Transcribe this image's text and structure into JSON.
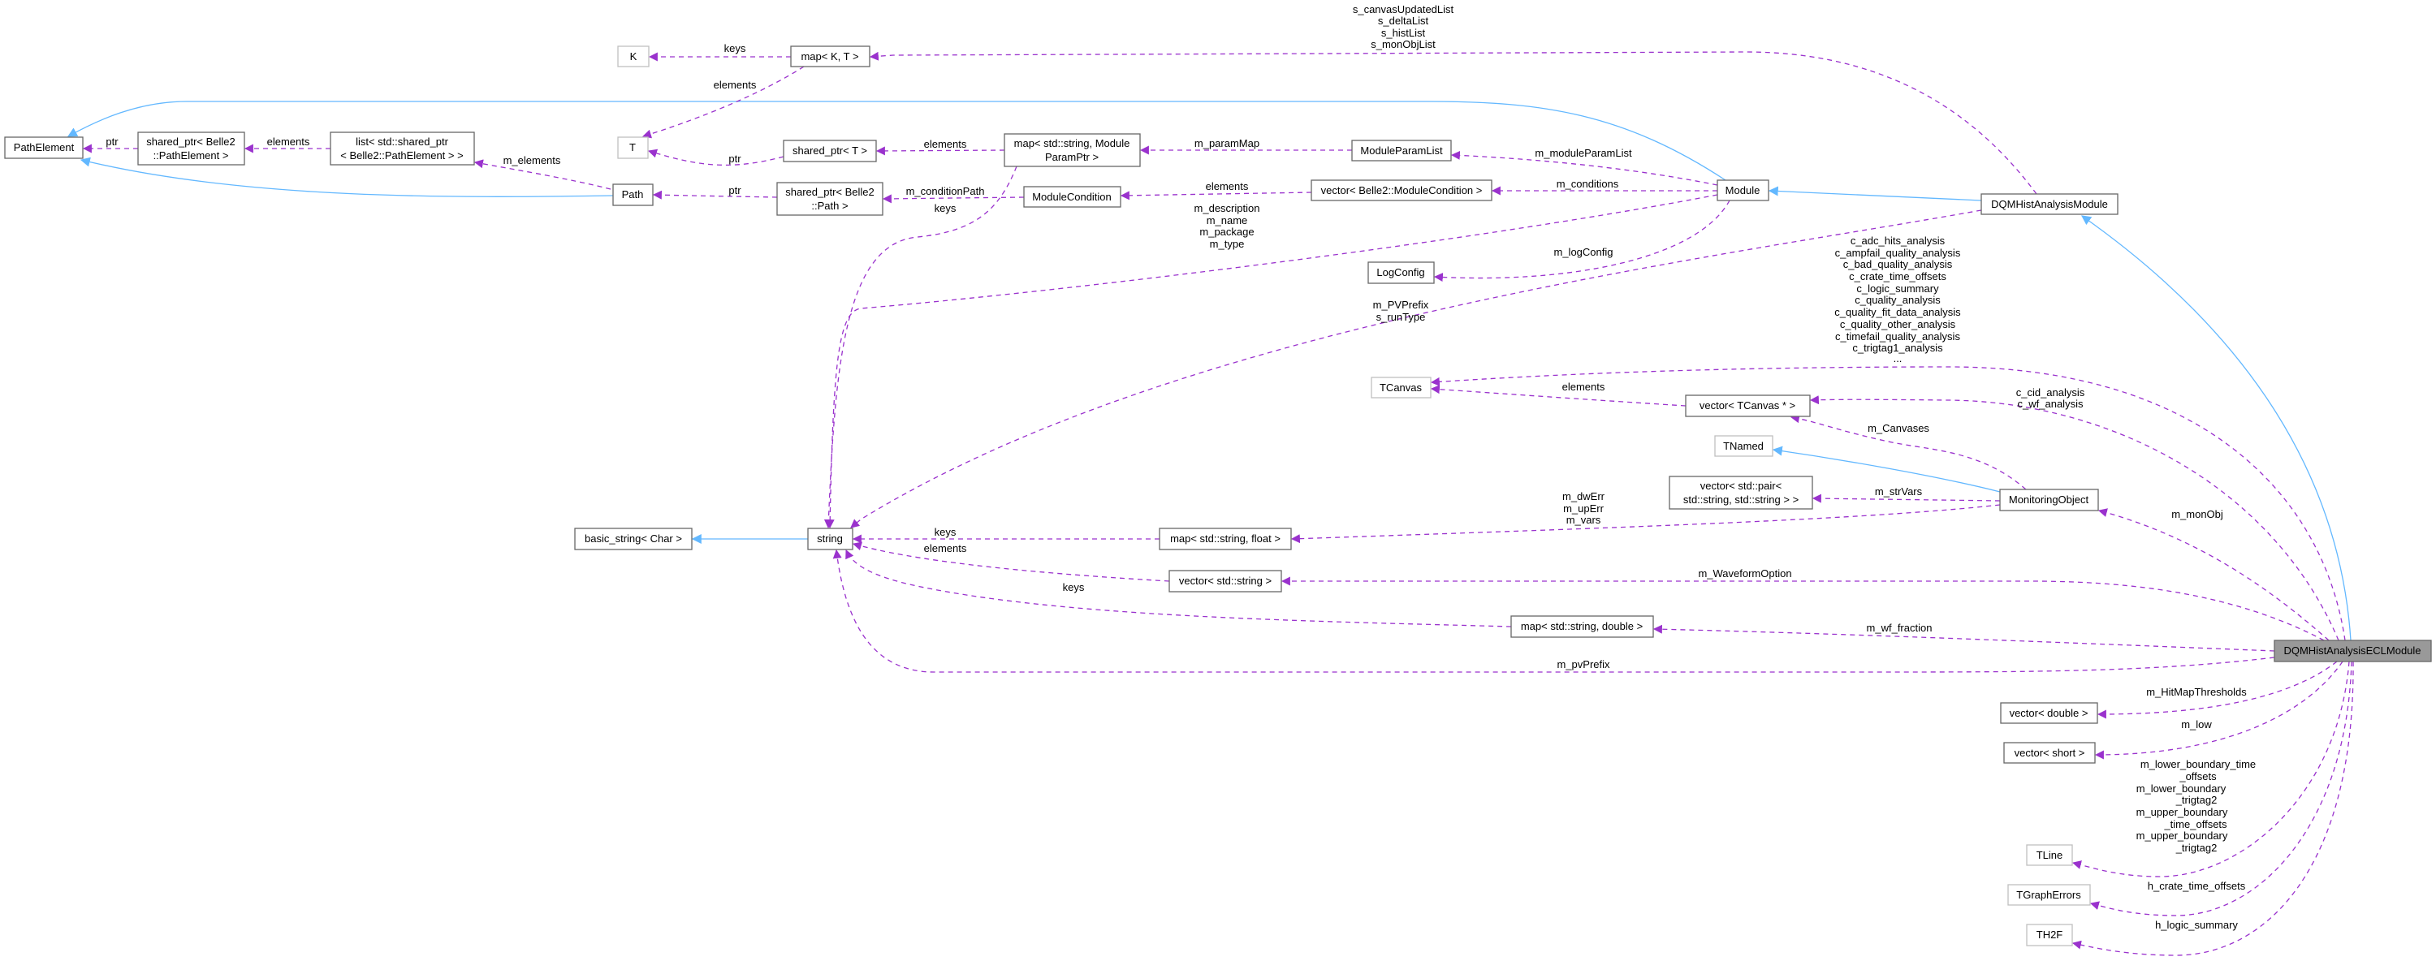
{
  "colors": {
    "usage_edge": "#9a32cd",
    "inheritance_edge": "#63b8ff",
    "focus_node": "#999999"
  },
  "nodes": [
    {
      "lines": [
        "DQMHistAnalysisECLModule"
      ]
    },
    {
      "lines": [
        "DQMHistAnalysisModule"
      ]
    },
    {
      "lines": [
        "Module"
      ]
    },
    {
      "lines": [
        "PathElement"
      ]
    },
    {
      "lines": [
        "shared_ptr< Belle2",
        "::PathElement >"
      ]
    },
    {
      "lines": [
        "list< std::shared_ptr",
        "< Belle2::PathElement > >"
      ]
    },
    {
      "lines": [
        "Path"
      ]
    },
    {
      "lines": [
        "K"
      ]
    },
    {
      "lines": [
        "map< K, T >"
      ]
    },
    {
      "lines": [
        "T"
      ]
    },
    {
      "lines": [
        "shared_ptr< T >"
      ]
    },
    {
      "lines": [
        "shared_ptr< Belle2",
        "::Path >"
      ]
    },
    {
      "lines": [
        "map< std::string, Module",
        "ParamPtr >"
      ]
    },
    {
      "lines": [
        "ModuleParamList"
      ]
    },
    {
      "lines": [
        "ModuleCondition"
      ]
    },
    {
      "lines": [
        "vector< Belle2::ModuleCondition >"
      ]
    },
    {
      "lines": [
        "LogConfig"
      ]
    },
    {
      "lines": [
        "string"
      ]
    },
    {
      "lines": [
        "basic_string< Char >"
      ]
    },
    {
      "lines": [
        "TCanvas"
      ]
    },
    {
      "lines": [
        "vector< TCanvas * >"
      ]
    },
    {
      "lines": [
        "TNamed"
      ]
    },
    {
      "lines": [
        "vector< std::pair<",
        "std::string, std::string > >"
      ]
    },
    {
      "lines": [
        "MonitoringObject"
      ]
    },
    {
      "lines": [
        "map< std::string, float >"
      ]
    },
    {
      "lines": [
        "vector< std::string >"
      ]
    },
    {
      "lines": [
        "map< std::string, double >"
      ]
    },
    {
      "lines": [
        "vector< double >"
      ]
    },
    {
      "lines": [
        "vector< short >"
      ]
    },
    {
      "lines": [
        "TLine"
      ]
    },
    {
      "lines": [
        "TGraphErrors"
      ]
    },
    {
      "lines": [
        "TH2F"
      ]
    }
  ],
  "edges": [
    {
      "labels": [
        "keys"
      ]
    },
    {
      "labels": [
        "elements"
      ]
    },
    {
      "labels": [
        "ptr"
      ]
    },
    {
      "labels": [
        "ptr"
      ]
    },
    {
      "labels": [
        "elements"
      ]
    },
    {
      "labels": [
        "m_elements"
      ]
    },
    {
      "labels": [
        "ptr"
      ]
    },
    {
      "labels": [
        "elements"
      ]
    },
    {
      "labels": [
        "m_conditionPath"
      ]
    },
    {
      "labels": [
        "m_paramMap"
      ]
    },
    {
      "labels": [
        "m_moduleParamList"
      ]
    },
    {
      "labels": [
        "elements"
      ]
    },
    {
      "labels": [
        "m_conditions"
      ]
    },
    {
      "labels": [
        "m_description",
        "m_name",
        "m_package",
        "m_type"
      ]
    },
    {
      "labels": [
        "keys"
      ]
    },
    {
      "labels": [
        "m_logConfig"
      ]
    },
    {
      "labels": [
        "s_canvasUpdatedList",
        "s_deltaList",
        "s_histList",
        "s_monObjList"
      ]
    },
    {
      "labels": [
        "m_PVPrefix",
        "s_runType"
      ]
    },
    {
      "labels": [
        "c_adc_hits_analysis",
        "c_ampfail_quality_analysis",
        "c_bad_quality_analysis",
        "c_crate_time_offsets",
        "c_logic_summary",
        "c_quality_analysis",
        "c_quality_fit_data_analysis",
        "c_quality_other_analysis",
        "c_timefail_quality_analysis",
        "c_trigtag1_analysis",
        "..."
      ]
    },
    {
      "labels": [
        "elements"
      ]
    },
    {
      "labels": [
        "c_cid_analysis",
        "c_wf_analysis"
      ]
    },
    {
      "labels": [
        "m_Canvases"
      ]
    },
    {
      "labels": [
        "m_strVars"
      ]
    },
    {
      "labels": [
        "m_dwErr",
        "m_upErr",
        "m_vars"
      ]
    },
    {
      "labels": [
        "m_monObj"
      ]
    },
    {
      "labels": [
        "keys"
      ]
    },
    {
      "labels": [
        "elements"
      ]
    },
    {
      "labels": [
        "m_WaveformOption"
      ]
    },
    {
      "labels": [
        "m_wf_fraction"
      ]
    },
    {
      "labels": [
        "keys"
      ]
    },
    {
      "labels": [
        "m_pvPrefix"
      ]
    },
    {
      "labels": [
        "m_HitMapThresholds"
      ]
    },
    {
      "labels": [
        "m_low"
      ]
    },
    {
      "labels": [
        "m_lower_boundary_time",
        "_offsets",
        "m_lower_boundary",
        "_trigtag2",
        "m_upper_boundary",
        "_time_offsets",
        "m_upper_boundary",
        "_trigtag2"
      ]
    },
    {
      "labels": [
        "h_crate_time_offsets"
      ]
    },
    {
      "labels": [
        "h_logic_summary"
      ]
    }
  ]
}
